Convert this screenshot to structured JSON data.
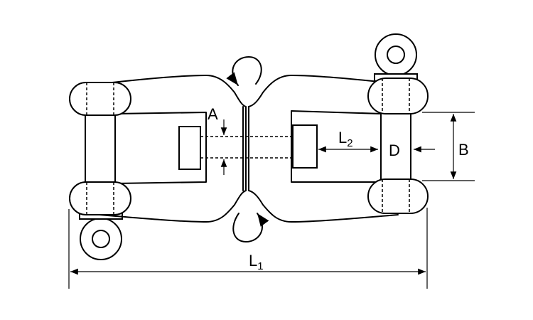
{
  "labels": {
    "a": "A",
    "b": "B",
    "d": "D",
    "l2_main": "L",
    "l2_sub": "2",
    "l1_main": "L",
    "l1_sub": "1"
  }
}
